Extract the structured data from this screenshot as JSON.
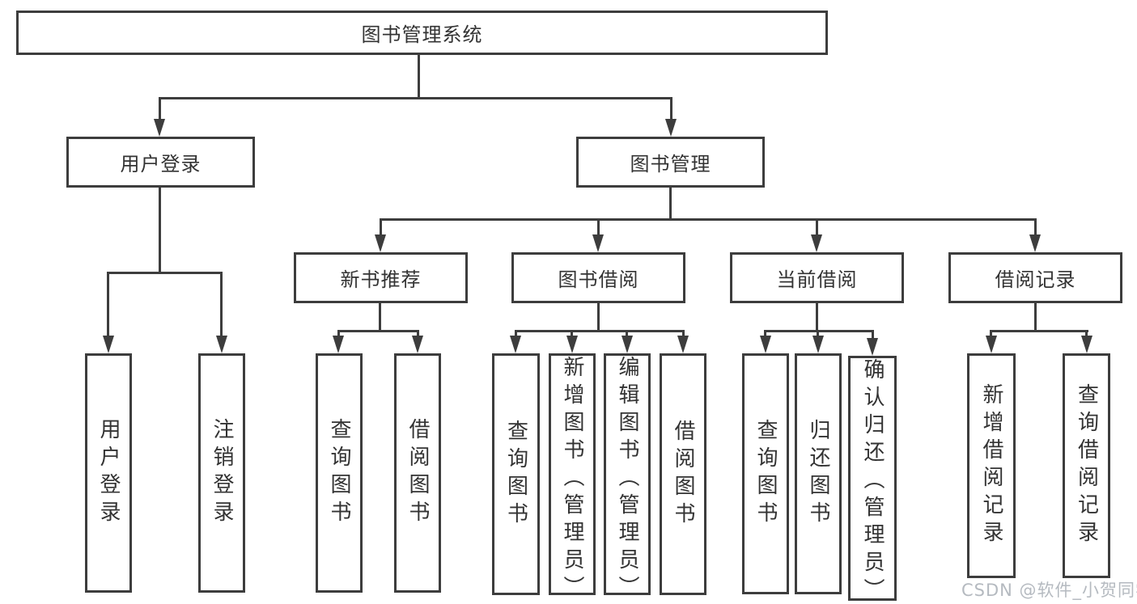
{
  "colors": {
    "line": "#3d3d3d",
    "text": "#333333",
    "watermark": "#b5bac0",
    "background": "#ffffff"
  },
  "watermark": {
    "text": "CSDN @软件_小贺同学"
  },
  "tree": {
    "label": "图书管理系统",
    "children": [
      {
        "label": "用户登录",
        "children": [
          {
            "label": "用户登录"
          },
          {
            "label": "注销登录"
          }
        ]
      },
      {
        "label": "图书管理",
        "children": [
          {
            "label": "新书推荐",
            "children": [
              {
                "label": "查询图书"
              },
              {
                "label": "借阅图书"
              }
            ]
          },
          {
            "label": "图书借阅",
            "children": [
              {
                "label": "查询图书"
              },
              {
                "label": "新增图书（管理员）"
              },
              {
                "label": "编辑图书（管理员）"
              },
              {
                "label": "借阅图书"
              }
            ]
          },
          {
            "label": "当前借阅",
            "children": [
              {
                "label": "查询图书"
              },
              {
                "label": "归还图书"
              },
              {
                "label": "确认归还（管理员）"
              }
            ]
          },
          {
            "label": "借阅记录",
            "children": [
              {
                "label": "新增借阅记录"
              },
              {
                "label": "查询借阅记录"
              }
            ]
          }
        ]
      }
    ]
  }
}
